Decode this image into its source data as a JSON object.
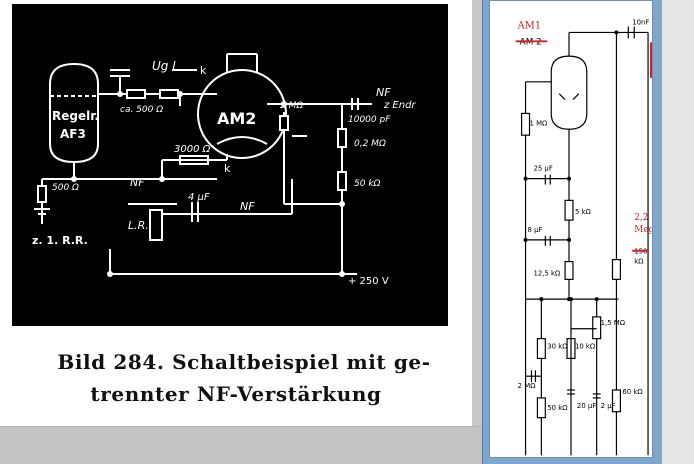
{
  "left_figure": {
    "labels": {
      "ugl": "Ug L",
      "k_top": "k",
      "nf_top": "NF",
      "z_endr": "z Endr",
      "regelr": "Regelr.",
      "af3": "AF3",
      "am2": "AM2",
      "ca500": "ca. 500 Ω",
      "r2m": "2 MΩ",
      "c10000": "10000 pF",
      "r02m": "0,2 MΩ",
      "r50k": "50 kΩ",
      "r3000": "3000 Ω",
      "k_mid": "k",
      "nf_left": "NF",
      "c4uf": "4 μF",
      "nf_mid": "NF",
      "r500": "500 Ω",
      "lr": "L.R.",
      "z1rr": "z. 1. R.R.",
      "v250": "+ 250 V"
    },
    "caption_line1": "Bild 284.  Schaltbeispiel mit ge-",
    "caption_line2": "trennter NF-Verstärkung"
  },
  "right_figure": {
    "labels": {
      "am1": "AM1",
      "am2_struck": "AM 2",
      "c10nf": "10nF",
      "r1m": "1 MΩ",
      "c25uf": "25 μF",
      "r5k": "5 kΩ",
      "c8uf": "8 μF",
      "r125k": "12,5 kΩ",
      "r22meg_a": "2,2",
      "r22meg_b": "Meg",
      "r150k_struck": "150",
      "r150k_unit": "kΩ",
      "r15m": "1,5 MΩ",
      "r30k": "30 kΩ",
      "r10k": "10 kΩ",
      "r2m": "2 MΩ",
      "r50k": "50 kΩ",
      "c20uf": "20 μF",
      "c2uf": "2 μF",
      "r60k": "60 kΩ"
    }
  }
}
